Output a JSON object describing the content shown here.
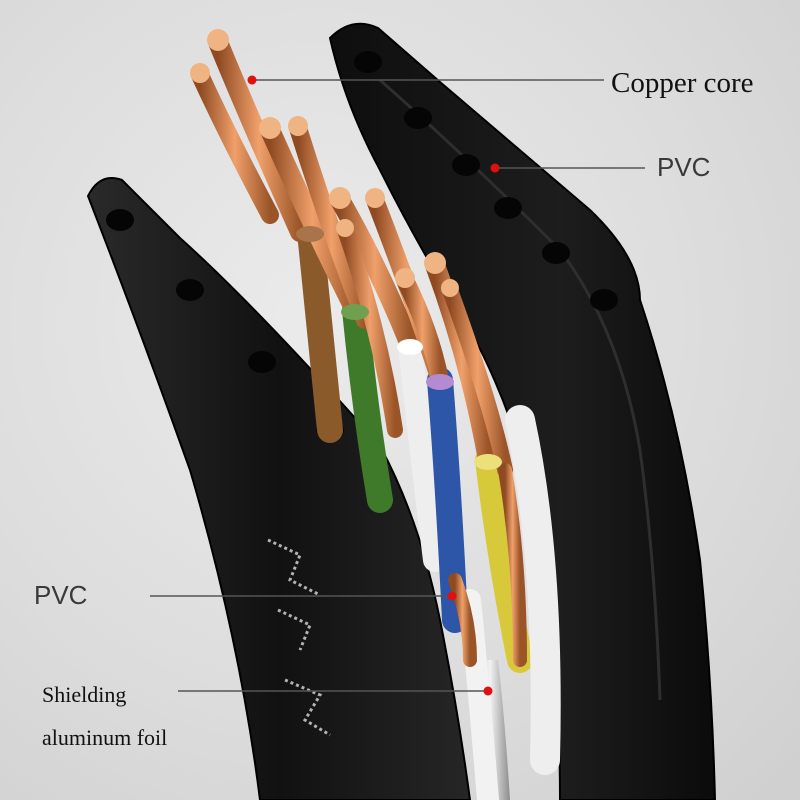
{
  "labels": {
    "copper_core": "Copper core",
    "pvc_outer": "PVC",
    "pvc_inner": "PVC",
    "shielding_line1": "Shielding",
    "shielding_line2": "aluminum foil"
  },
  "colors": {
    "background": "#dcdcdc",
    "jacket": "#1a1a1a",
    "copper": "#c9753f",
    "marker_dot": "#e01010",
    "leader_line": "#555555",
    "wire_brown": "#8a5a2b",
    "wire_green": "#3f7a2a",
    "wire_blue": "#2d55a8",
    "wire_yellow": "#d8c93a",
    "wire_white": "#eeeeee",
    "wire_purple": "#b48ad0"
  }
}
